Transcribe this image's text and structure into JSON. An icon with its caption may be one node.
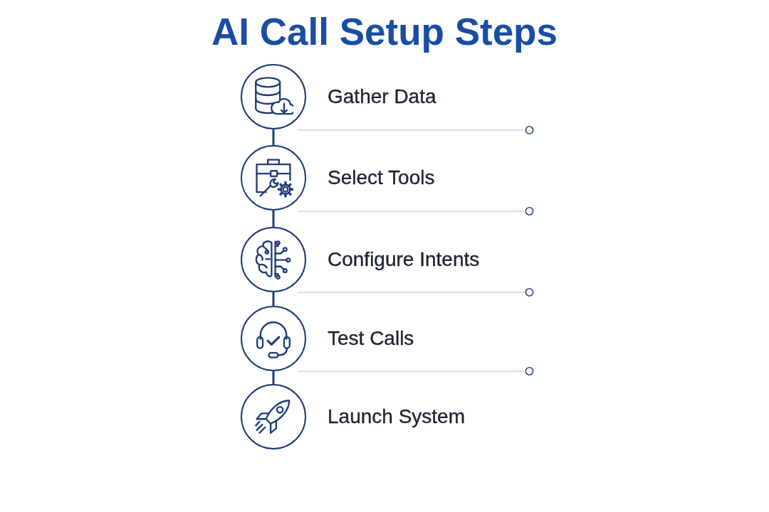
{
  "diagram": {
    "title": "AI Call Setup Steps",
    "nodes": [
      {
        "text": [
          "Gather Data"
        ]
      },
      {
        "text": [
          "Select Tools"
        ]
      },
      {
        "text": [
          "Configure Intents"
        ]
      },
      {
        "text": [
          "Test Calls"
        ]
      },
      {
        "text": [
          "Launch System"
        ]
      }
    ],
    "edges": [
      {
        "from": 0,
        "to": 1,
        "arrow": "none"
      },
      {
        "from": 1,
        "to": 2,
        "arrow": "none"
      },
      {
        "from": 2,
        "to": 3,
        "arrow": "none"
      },
      {
        "from": 3,
        "to": 4,
        "arrow": "none"
      }
    ]
  }
}
